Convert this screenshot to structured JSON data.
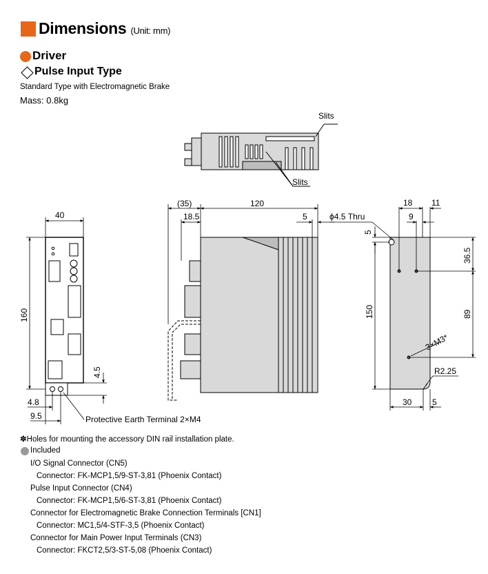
{
  "header": {
    "title": "Dimensions",
    "unit": "(Unit: mm)"
  },
  "section": {
    "name": "Driver",
    "type": "Pulse Input Type",
    "desc": "Standard Type with Electromagnetic Brake",
    "mass": "Mass: 0.8kg"
  },
  "drawing": {
    "slits_top": "Slits",
    "slits_bottom": "Slits",
    "dim_40": "40",
    "dim_160": "160",
    "dim_35": "(35)",
    "dim_120": "120",
    "dim_18_5": "18.5",
    "dim_5a": "5",
    "dim_4_5": "4.5",
    "dim_4_8": "4.8",
    "dim_9_5": "9.5",
    "thru_hole": "ϕ4.5 Thru",
    "dim_18": "18",
    "dim_11": "11",
    "dim_5b": "5",
    "dim_9": "9",
    "dim_36_5": "36.5",
    "dim_150": "150",
    "dim_89": "89",
    "m3_holes": "3×M3*",
    "radius": "R2.25",
    "dim_30": "30",
    "dim_5c": "5",
    "pe_terminal": "Protective Earth Terminal 2×M4"
  },
  "notes": {
    "asterisk": "✽Holes for mounting the accessory DIN rail installation plate.",
    "included": "Included",
    "items": [
      "I/O Signal Connector (CN5)",
      "Connector: FK-MCP1,5/9-ST-3,81 (Phoenix Contact)",
      "Pulse Input Connector (CN4)",
      "Connector: FK-MCP1,5/6-ST-3,81 (Phoenix Contact)",
      "Connector for Electromagnetic Brake Connection Terminals [CN1]",
      "Connector: MC1,5/4-STF-3,5 (Phoenix Contact)",
      "Connector for Main Power Input Terminals (CN3)",
      "Connector: FKCT2,5/3-ST-5,08 (Phoenix Contact)"
    ]
  },
  "colors": {
    "accent": "#e8661a",
    "body_fill": "#d9d9d9",
    "included_dot": "#9a9a9a"
  }
}
